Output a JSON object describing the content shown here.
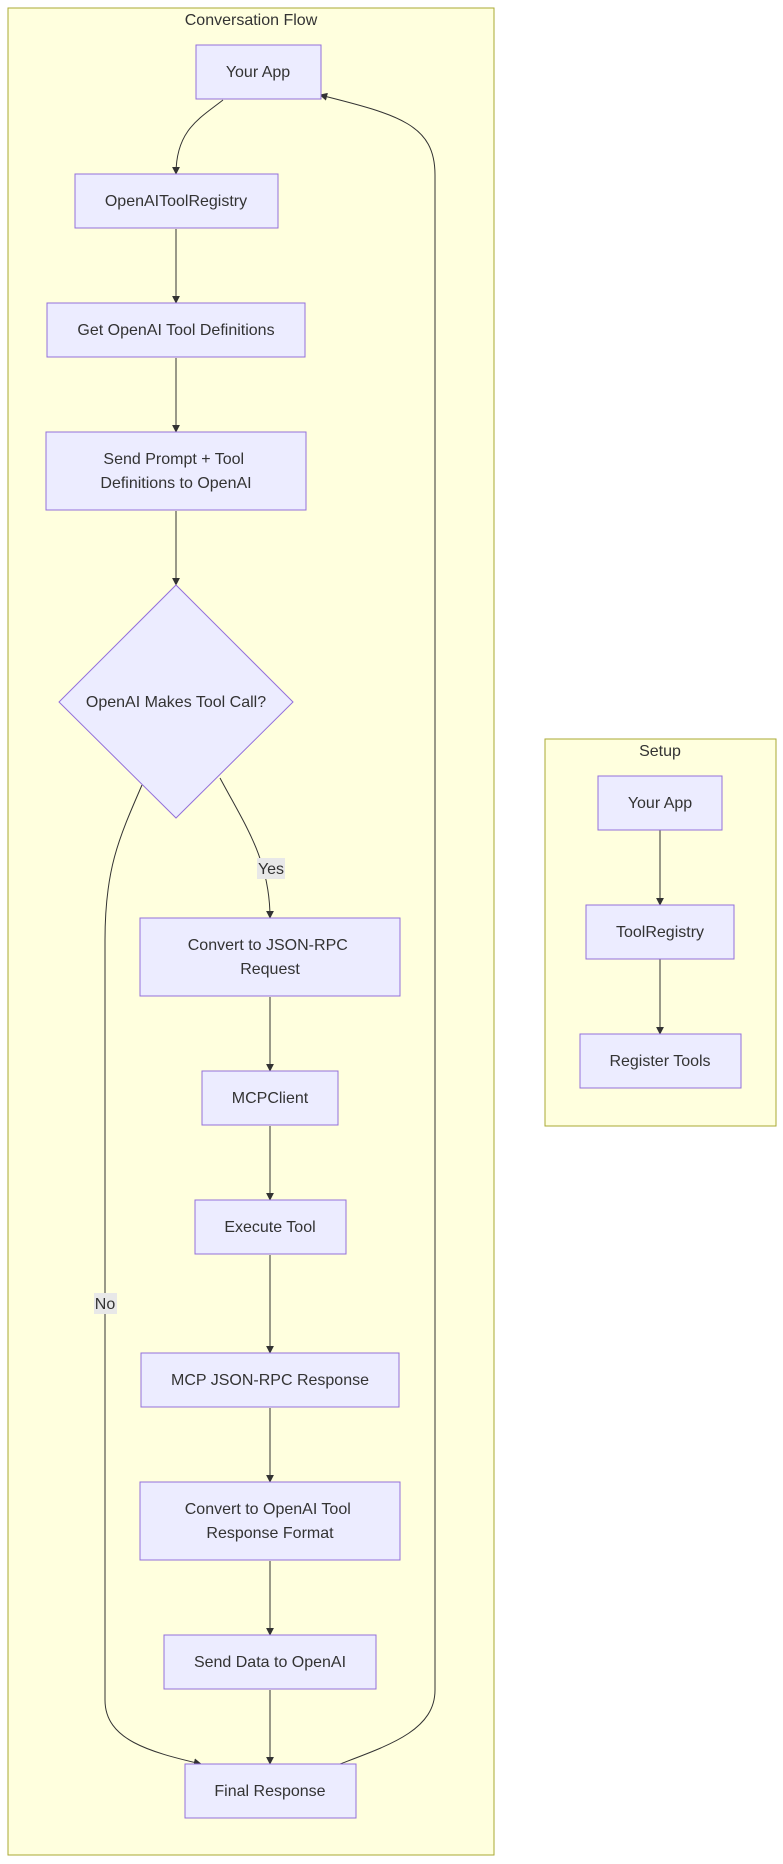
{
  "colors": {
    "cluster_fill": "#ffffde",
    "cluster_stroke": "#aaaa33",
    "node_fill": "#ececff",
    "node_stroke": "#9370db",
    "edge": "#333333",
    "text": "#333333",
    "label_bg": "#e8e8e8"
  },
  "clusters": {
    "conversation": {
      "title": "Conversation Flow"
    },
    "setup": {
      "title": "Setup"
    }
  },
  "nodes": {
    "conv_app": {
      "lines": [
        "Your App"
      ]
    },
    "openai_registry": {
      "lines": [
        "OpenAIToolRegistry"
      ]
    },
    "get_defs": {
      "lines": [
        "Get OpenAI Tool Definitions"
      ]
    },
    "send_prompt": {
      "lines": [
        "Send Prompt + Tool",
        "Definitions to OpenAI"
      ]
    },
    "decision": {
      "lines": [
        "OpenAI Makes Tool Call?"
      ]
    },
    "convert_jsonrpc": {
      "lines": [
        "Convert to JSON-RPC",
        "Request"
      ]
    },
    "mcp_client": {
      "lines": [
        "MCPClient"
      ]
    },
    "execute_tool": {
      "lines": [
        "Execute Tool"
      ]
    },
    "mcp_response": {
      "lines": [
        "MCP JSON-RPC Response"
      ]
    },
    "convert_openai": {
      "lines": [
        "Convert to OpenAI Tool",
        "Response Format"
      ]
    },
    "send_data": {
      "lines": [
        "Send Data to OpenAI"
      ]
    },
    "final_response": {
      "lines": [
        "Final Response"
      ]
    },
    "setup_app": {
      "lines": [
        "Your App"
      ]
    },
    "tool_registry": {
      "lines": [
        "ToolRegistry"
      ]
    },
    "register_tools": {
      "lines": [
        "Register Tools"
      ]
    }
  },
  "edge_labels": {
    "yes": "Yes",
    "no": "No"
  }
}
